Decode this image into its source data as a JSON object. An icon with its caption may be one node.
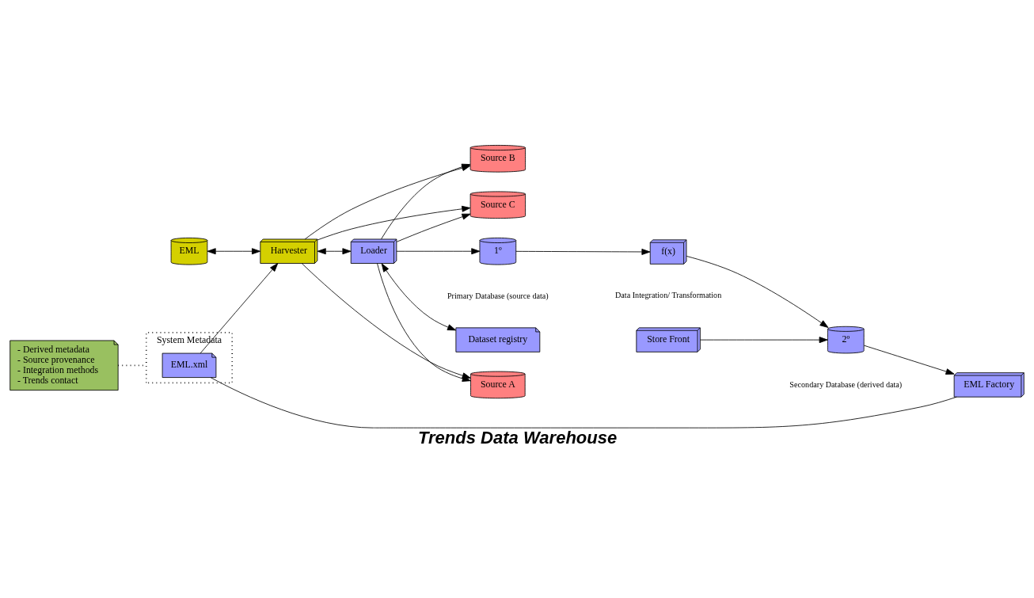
{
  "diagram": {
    "caption": "Trends Data Warehouse",
    "nodes": [
      {
        "text": [
          "EML"
        ]
      },
      {
        "text": [
          "Source A"
        ]
      },
      {
        "text": [
          "Source B"
        ]
      },
      {
        "text": [
          "Source C"
        ]
      },
      {
        "text": [
          "Harvester"
        ]
      },
      {
        "text": [
          "System Metadata"
        ]
      },
      {
        "text": [
          "EML.xml"
        ],
        "in": 5
      },
      {
        "text": [
          "EML Factory"
        ]
      },
      {
        "text": [
          "- Derived metadata",
          "- Source provenance",
          "- Integration methods",
          "- Trends contact"
        ]
      },
      {
        "text": [
          "Loader"
        ]
      },
      {
        "text": [
          "1º"
        ],
        "beside": [
          "Primary Database (source data)"
        ]
      },
      {
        "text": [
          "f(x)"
        ],
        "beside": [
          "Data Integration/ Transformation"
        ]
      },
      {
        "text": [
          "2º"
        ],
        "beside": [
          "Secondary Database (derived data)"
        ]
      },
      {
        "text": [
          "Store Front"
        ]
      },
      {
        "text": [
          "Dataset registry"
        ]
      }
    ],
    "edges": [
      {
        "from": 0,
        "to": 4,
        "arrow": "both"
      },
      {
        "from": 4,
        "to": 1,
        "arrow": "to"
      },
      {
        "from": 4,
        "to": 2,
        "arrow": "to"
      },
      {
        "from": 4,
        "to": 3,
        "arrow": "to"
      },
      {
        "from": 9,
        "to": 1,
        "arrow": "to"
      },
      {
        "from": 9,
        "to": 2,
        "arrow": "to"
      },
      {
        "from": 9,
        "to": 3,
        "arrow": "to"
      },
      {
        "from": 4,
        "to": 9,
        "arrow": "both"
      },
      {
        "from": 9,
        "to": 14,
        "arrow": "both"
      },
      {
        "from": 7,
        "to": 6,
        "arrow": "none"
      },
      {
        "from": 6,
        "to": 4,
        "arrow": "to"
      },
      {
        "from": 9,
        "to": 10,
        "arrow": "to"
      },
      {
        "from": 10,
        "to": 11,
        "arrow": "to"
      },
      {
        "from": 11,
        "to": 12,
        "arrow": "to"
      },
      {
        "from": 13,
        "to": 12,
        "arrow": "to"
      },
      {
        "from": 12,
        "to": 7,
        "arrow": "to"
      },
      {
        "from": 8,
        "to": 5,
        "arrow": "none",
        "style": "dashed"
      }
    ]
  }
}
